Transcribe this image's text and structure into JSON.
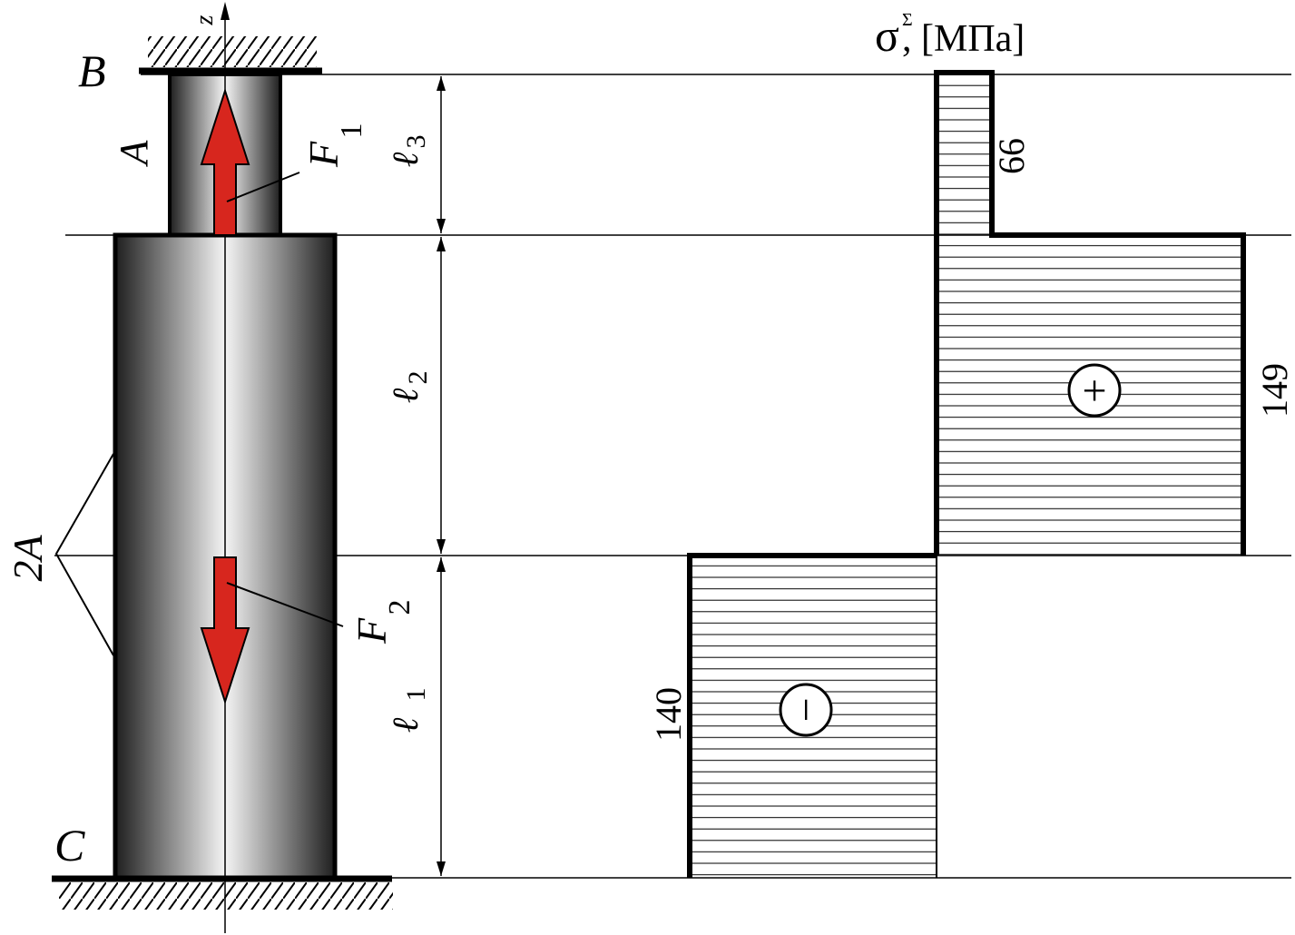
{
  "labels": {
    "axis_z": "z",
    "point_b": "B",
    "point_c": "C",
    "area_a": "A",
    "area_2a": "2A",
    "force_f1_letter": "F",
    "force_f1_sub": "1",
    "force_f2_letter": "F",
    "force_f2_sub": "2",
    "len_l3_letter": "ℓ",
    "len_l3_sub": "3",
    "len_l2_letter": "ℓ",
    "len_l2_sub": "2",
    "len_l1_letter": "ℓ",
    "len_l1_sub": "1"
  },
  "diagram": {
    "title_symbol": "σ",
    "title_superscript": "Σ",
    "title_units": ", [МПа]",
    "value_top": "66",
    "value_middle": "149",
    "value_bottom": "140",
    "sign_positive": "+",
    "sign_negative": "−"
  },
  "colors": {
    "arrow_fill": "#d7261e",
    "line": "#000000"
  }
}
